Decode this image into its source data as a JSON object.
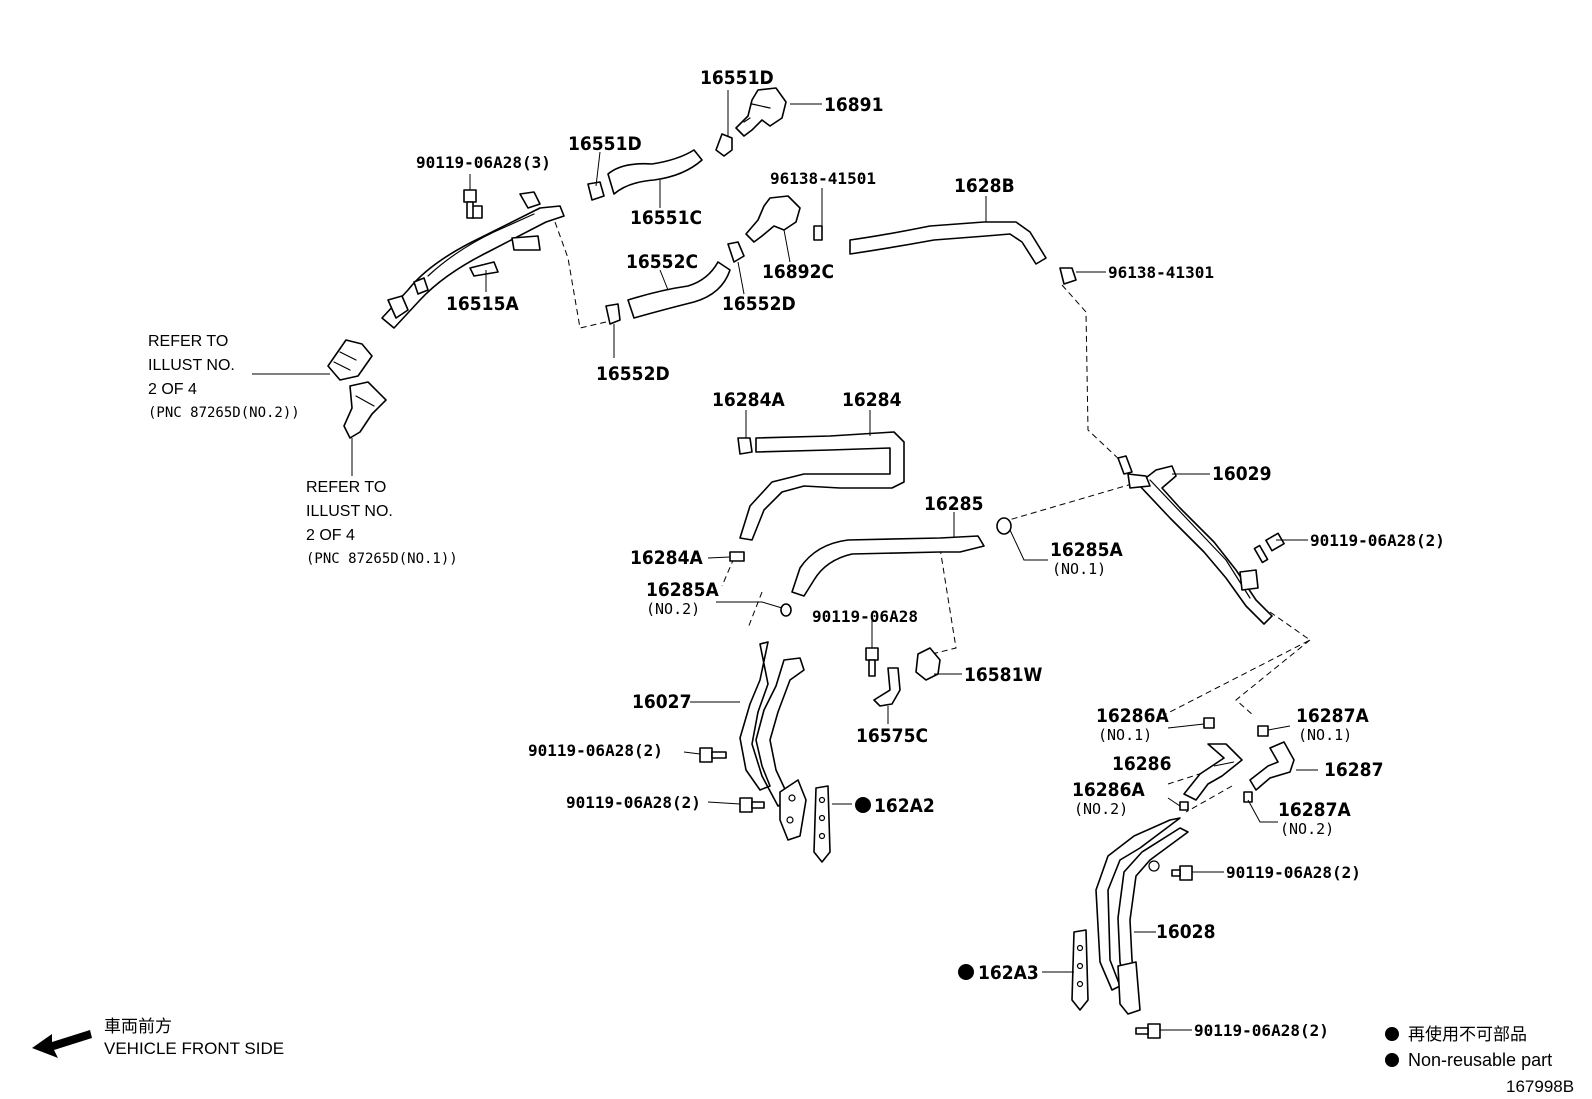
{
  "labels": {
    "p16551D_top": "16551D",
    "p16891": "16891",
    "p16551D_left": "16551D",
    "p16551C": "16551C",
    "p90119_3": "90119-06A28(3)",
    "p96138_41501": "96138-41501",
    "p1628B": "1628B",
    "p16892C": "16892C",
    "p16552C": "16552C",
    "p16552D_a": "16552D",
    "p16552D_b": "16552D",
    "p16515A": "16515A",
    "p96138_41301": "96138-41301",
    "p16284A_top": "16284A",
    "p16284": "16284",
    "p16029": "16029",
    "p16285": "16285",
    "p90119_2_a": "90119-06A28(2)",
    "p16285A_no1": "16285A",
    "p16285A_no1_sub": "(NO.1)",
    "p16284A_bottom": "16284A",
    "p16285A_no2": "16285A",
    "p16285A_no2_sub": "(NO.2)",
    "p90119": "90119-06A28",
    "p16581W": "16581W",
    "p16027": "16027",
    "p16575C": "16575C",
    "p16286A_no1": "16286A",
    "p16286A_no1_sub": "(NO.1)",
    "p16287A_no1": "16287A",
    "p16287A_no1_sub": "(NO.1)",
    "p16286": "16286",
    "p16287": "16287",
    "p90119_2_b": "90119-06A28(2)",
    "p90119_2_c": "90119-06A28(2)",
    "p162A2": "162A2",
    "p16286A_no2": "16286A",
    "p16286A_no2_sub": "(NO.2)",
    "p16287A_no2": "16287A",
    "p16287A_no2_sub": "(NO.2)",
    "p90119_2_d": "90119-06A28(2)",
    "p16028": "16028",
    "p162A3": "162A3",
    "p90119_2_e": "90119-06A28(2)"
  },
  "refs": {
    "refer_no2": {
      "line1": "REFER TO",
      "line2": "ILLUST NO.",
      "line3": "2 OF 4",
      "line4": "(PNC 87265D(NO.2))"
    },
    "refer_no1": {
      "line1": "REFER TO",
      "line2": "ILLUST NO.",
      "line3": "2 OF 4",
      "line4": "(PNC 87265D(NO.1))"
    }
  },
  "footer": {
    "front_jp": "車両前方",
    "front_en": "VEHICLE FRONT SIDE",
    "legend_jp": "再使用不可部品",
    "legend_en": "Non-reusable part",
    "diagram_id": "167998B"
  }
}
